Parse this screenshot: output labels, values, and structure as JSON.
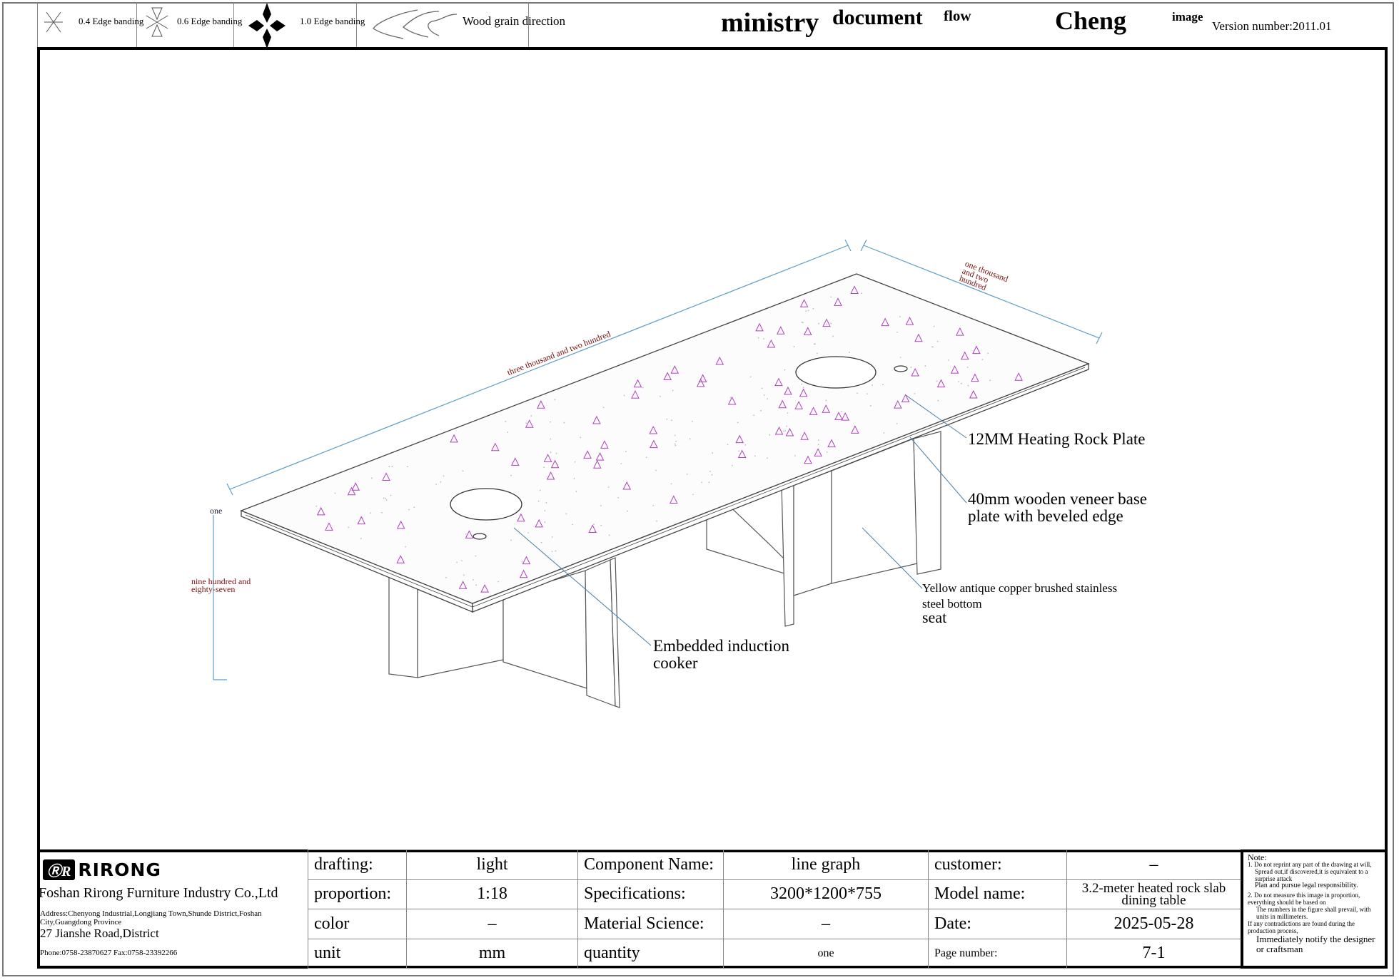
{
  "header": {
    "legend": [
      {
        "icon": "asterisk-icon",
        "label": "0.4 Edge banding"
      },
      {
        "icon": "triangles-icon",
        "label": "0.6 Edge banding"
      },
      {
        "icon": "diamond-cross-icon",
        "label": "1.0 Edge banding"
      },
      {
        "icon": "wood-grain-icon",
        "label": "Wood grain direction"
      }
    ],
    "title_part1": "ministry",
    "title_part2": "document",
    "title_part3": "flow",
    "title_name": "Cheng",
    "image_label": "image",
    "version": "Version number:2011.01"
  },
  "drawing": {
    "dim_length": "three thousand and two hundred",
    "dim_width": "one thousand and two hundred",
    "dim_height_top": "one",
    "dim_height": "nine hundred and eighty-seven",
    "callouts": {
      "rock_plate": "12MM Heating Rock Plate",
      "base_plate_1": "40mm wooden veneer base",
      "base_plate_2": "plate with beveled edge",
      "steel_1": "Yellow antique copper brushed stainless",
      "steel_2": "steel bottom",
      "steel_3": "seat",
      "cooker_1": "Embedded induction",
      "cooker_2": "cooker"
    },
    "colors": {
      "speckle": "#b040c0",
      "dimension": "#5a9ec8",
      "dim_text": "#7a1010"
    }
  },
  "title_block": {
    "logo": "RIRONG",
    "company": "Foshan Rirong Furniture Industry Co.,Ltd",
    "address": "Address:Chenyong Industrial,Longjiang Town,Shunde District,Foshan City,Guangdong Province",
    "street": "27 Jianshe Road,District",
    "phone": "Phone:0758-23870627 Fax:0758-23392266",
    "rows": [
      {
        "l1": "drafting:",
        "v1": "light",
        "l2": "Component Name:",
        "v2": "line graph",
        "l3": "customer:",
        "v3": "–"
      },
      {
        "l1": "proportion:",
        "v1": "1:18",
        "l2": "Specifications:",
        "v2": "3200*1200*755",
        "l3": "Model name:",
        "v3": "3.2-meter heated rock slab dining table"
      },
      {
        "l1": "color",
        "v1": "–",
        "l2": "Material Science:",
        "v2": "–",
        "l3": "Date:",
        "v3": "2025-05-28"
      },
      {
        "l1": "unit",
        "v1": "mm",
        "l2": "quantity",
        "v2": "one",
        "l3": "Page number:",
        "v3": "7-1"
      }
    ],
    "notes": {
      "title": "Note:",
      "n1a": "1. Do not reprint any part of the drawing at will,",
      "n1b": "Spread out,if discovered,it is equivalent to a surprise attack",
      "n1c": "Plan and pursue legal responsibility.",
      "n2a": "2. Do not measure this image in proportion, everything should be based on",
      "n2b": "The numbers in the figure shall prevail, with units in millimeters.",
      "n2c": "If any contradictions are found during the production process,",
      "n2d": "Immediately notify the designer or craftsman"
    }
  }
}
